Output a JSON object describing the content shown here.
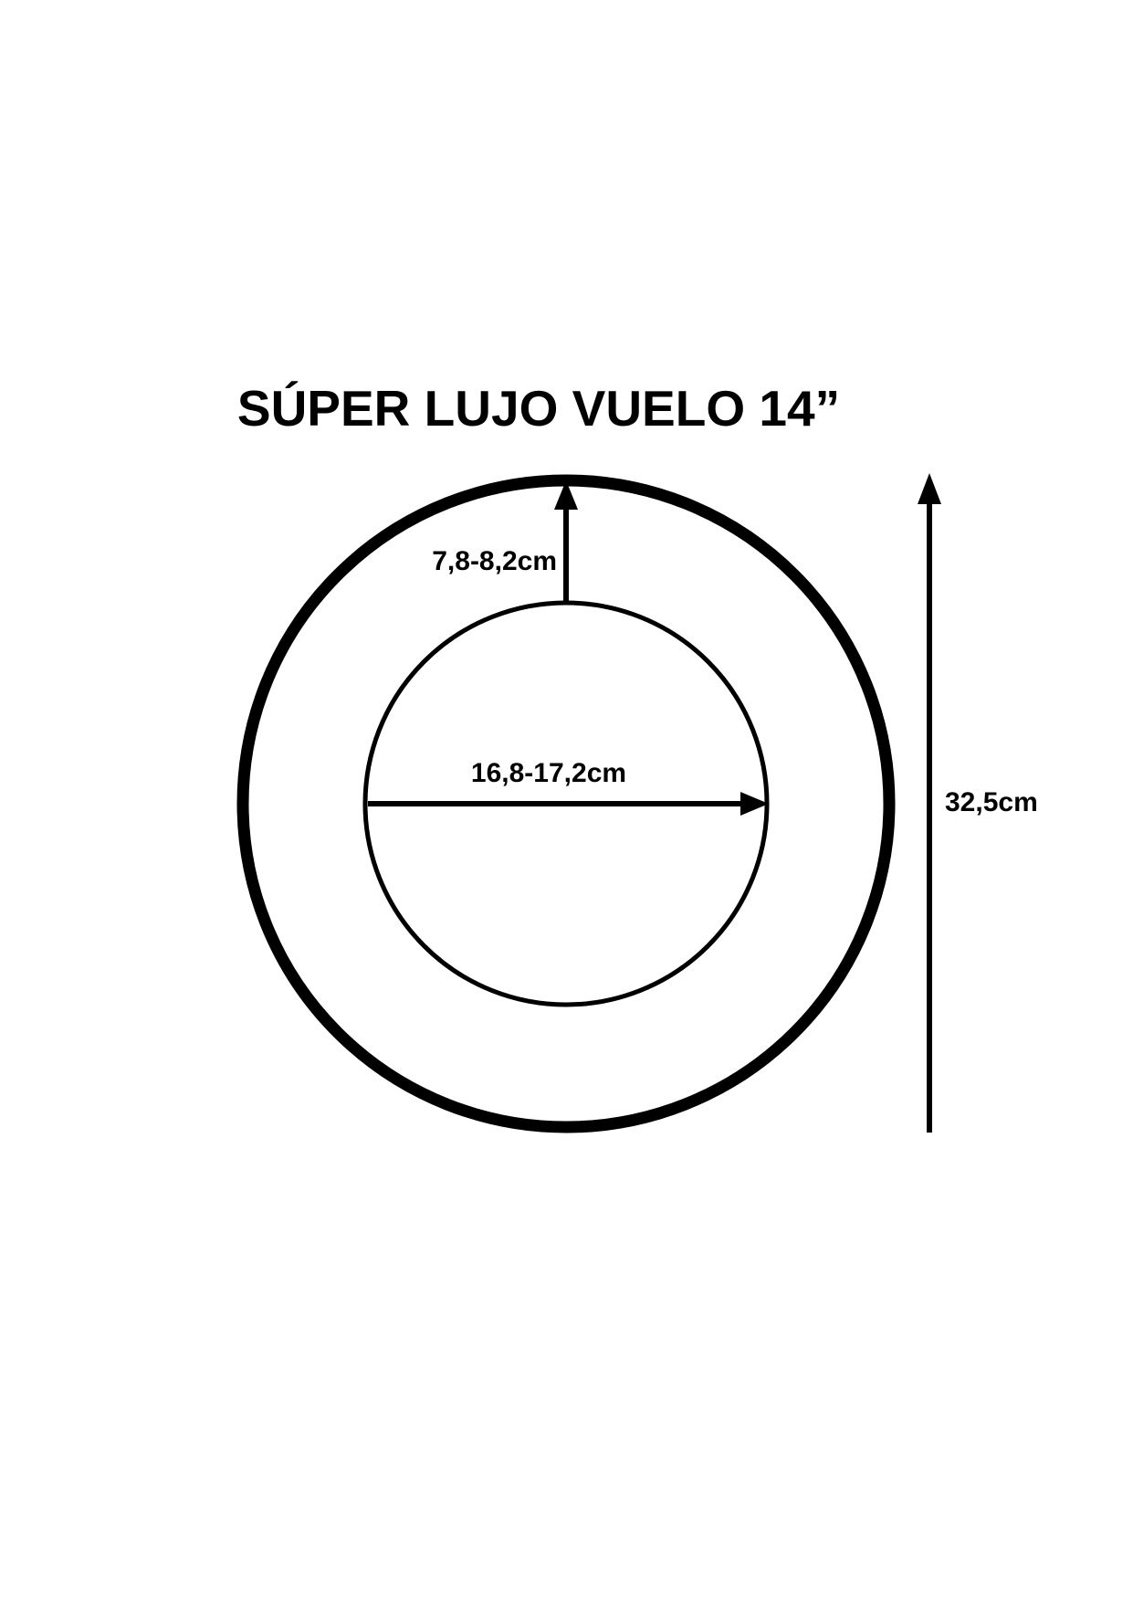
{
  "title": "SÚPER LUJO VUELO 14”",
  "measurements": {
    "rim_width": "7,8-8,2cm",
    "inner_diameter": "16,8-17,2cm",
    "outer_diameter": "32,5cm"
  },
  "colors": {
    "line": "#000000",
    "background": "#ffffff"
  }
}
